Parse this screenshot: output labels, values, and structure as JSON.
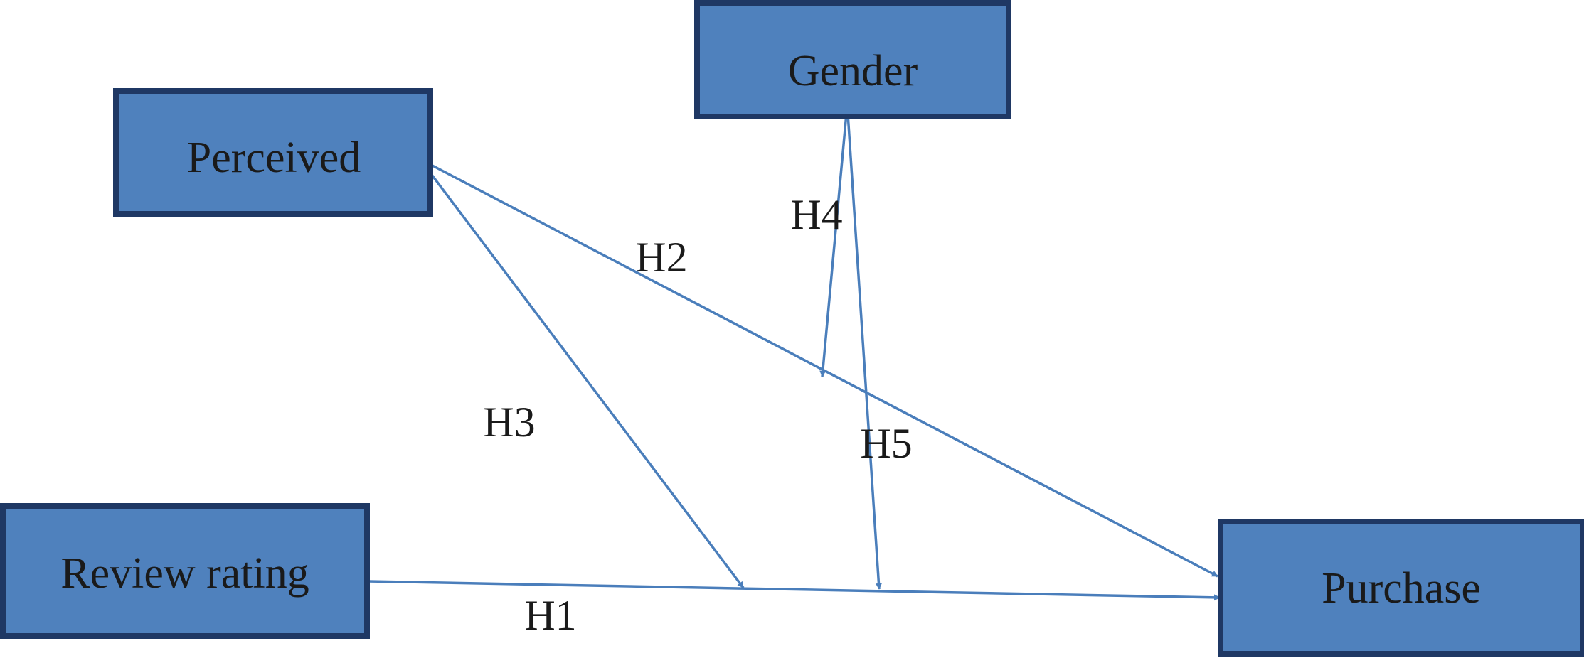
{
  "colors": {
    "box_fill": "#4f81bd",
    "box_border": "#1f3864",
    "arrow": "#4a7ebb",
    "text": "#1a1a1a",
    "background": "#ffffff"
  },
  "nodes": {
    "perceived": "Perceived",
    "gender": "Gender",
    "review_rating": "Review rating",
    "purchase": "Purchase"
  },
  "hypotheses": {
    "h1": "H1",
    "h2": "H2",
    "h3": "H3",
    "h4": "H4",
    "h5": "H5"
  },
  "relations": [
    {
      "id": "h1",
      "from": "Review rating",
      "to": "Purchase"
    },
    {
      "id": "h2",
      "from": "Perceived",
      "to": "Purchase"
    },
    {
      "id": "h3",
      "from": "Perceived",
      "to": "H1 path",
      "type": "moderation"
    },
    {
      "id": "h4",
      "from": "Gender",
      "to": "H2 path",
      "type": "moderation"
    },
    {
      "id": "h5",
      "from": "Gender",
      "to": "H1 path",
      "type": "moderation"
    }
  ]
}
